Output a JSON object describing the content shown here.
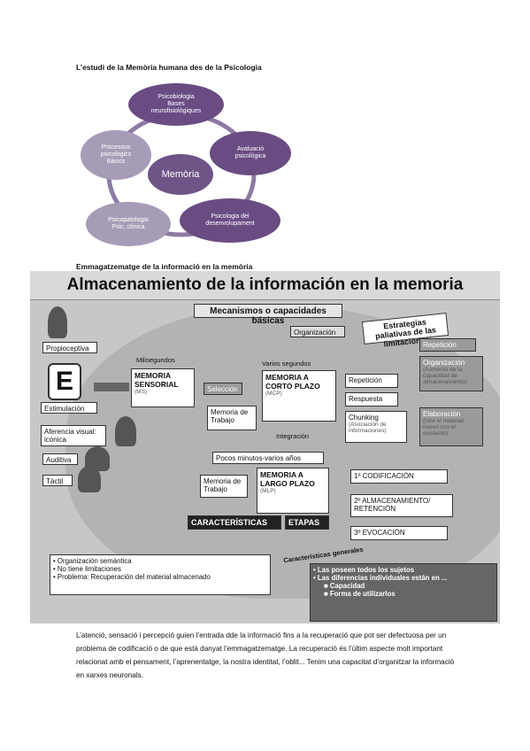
{
  "heading1": "L’estudi de la Memòria humana des de la Psicologia",
  "cycle": {
    "center": "Memòria",
    "top": [
      "Psicobiologia",
      "Bases",
      "neurofisiològiques"
    ],
    "right": [
      "Avaluació",
      "psicològica"
    ],
    "bottom_right": [
      "Psicologia del",
      "desenvolupament"
    ],
    "bottom_left": [
      "Psicopatologia",
      "Psic. clínica"
    ],
    "left": [
      "Processos",
      "psicològics",
      "Bàsics"
    ]
  },
  "heading2": "Emmagatzematge de la informació en la memòria",
  "memdiag": {
    "title": "Almacenamiento de la información en la memoria",
    "mechanisms": "Mecanismos o capacidades básicas",
    "strategies": "Estrategias paliativas de las limitaciones",
    "organization_label": "Organización",
    "proprioceptive": "Propioceptiva",
    "stimulation": "Estimulación",
    "milliseconds": "Milisegundos",
    "sensory_title": "MEMORIA SENSORIAL",
    "sensory_abbr": "(MS)",
    "selection": "Selección",
    "varios_segundos": "Varios segundos",
    "mcp_title": "MEMORIA A CORTO PLAZO",
    "mcp_abbr": "(MCP)",
    "working_memory": "Memoria de Trabajo",
    "repeticion": "Repetición",
    "respuesta": "Respuesta",
    "chunking": "Chunking",
    "chunking_sub": "(Asociación de informaciones)",
    "strat_repeticion": "Repetición",
    "strat_organizacion": "Organización",
    "strat_organizacion_sub": "(Aumento de la capacidad de almacenamiento)",
    "strat_elaboracion": "Elaboración",
    "strat_elaboracion_sub": "(Une el material nuevo con el existente)",
    "visual": "Aferencia visual: icónica",
    "auditory": "Auditiva",
    "tactile": "Táctil",
    "integracion": "Integración",
    "minutes_years": "Pocos minutos-varios años",
    "mlp_title": "MEMORIA A LARGO PLAZO",
    "mlp_abbr": "(MLP)",
    "working_memory2": "Memoria de Trabajo",
    "characteristics": "CARACTERÍSTICAS",
    "stages": "ETAPAS",
    "stage1": "1º CODIFICACIÓN",
    "stage2": "2º ALMACENAMIENTO/ RETENCIÓN",
    "stage3": "3º EVOCACIÓN",
    "char_items": [
      "Organización semántica",
      "No tiene limitaciones",
      "Problema: Recuperación del material almacenado"
    ],
    "general_label": "Características generales",
    "general_items": [
      "Las poseen todos los sujetos",
      "Las diferencias individuales están en ..."
    ],
    "general_sub": [
      "Capacidad",
      "Forma de utilizarlos"
    ]
  },
  "paragraph": "L’atenció, sensació i percepció guien l’entrada dde la informació fins a la recuperació que pot ser defectuosa per un problema de codificació o de que està danyat l’emmagatzematge. La recuperació és l’últim aspecte molt important relacionat amb el pensament, l’aprenentatge, la nostra identitat, l’oblit... Tenim una capacitat d’organitzar la informació en xarxes neuronals."
}
